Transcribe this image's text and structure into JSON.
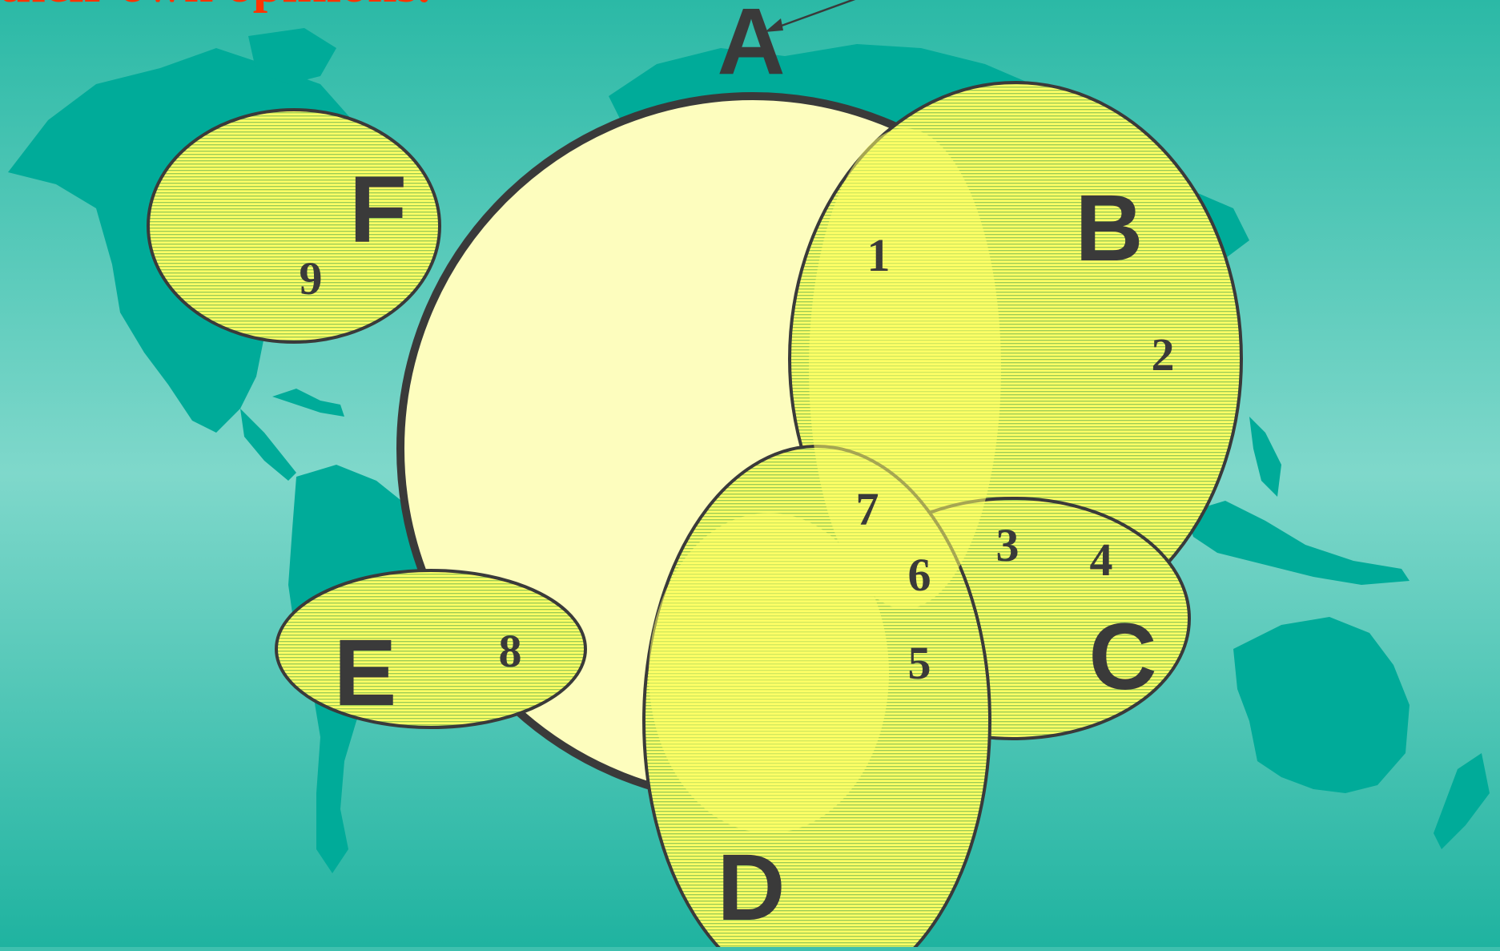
{
  "slide": {
    "headline": "their own opinions.",
    "colors": {
      "background_top": "#2bb9a6",
      "background_mid": "#7fd8cb",
      "background_bottom": "#1fb3a0",
      "land": "#00ab99",
      "circle_light": "#fdfdbe",
      "circle_yellow": "#ffff66",
      "hatch_green": "#9ccc55",
      "outline": "#3a3a3a",
      "headline": "#ff3300"
    }
  },
  "diagram": {
    "sets": [
      {
        "id": "A",
        "label": "A"
      },
      {
        "id": "B",
        "label": "B"
      },
      {
        "id": "C",
        "label": "C"
      },
      {
        "id": "D",
        "label": "D"
      },
      {
        "id": "E",
        "label": "E"
      },
      {
        "id": "F",
        "label": "F"
      }
    ],
    "regions": [
      "1",
      "2",
      "3",
      "4",
      "5",
      "6",
      "7",
      "8",
      "9"
    ]
  }
}
